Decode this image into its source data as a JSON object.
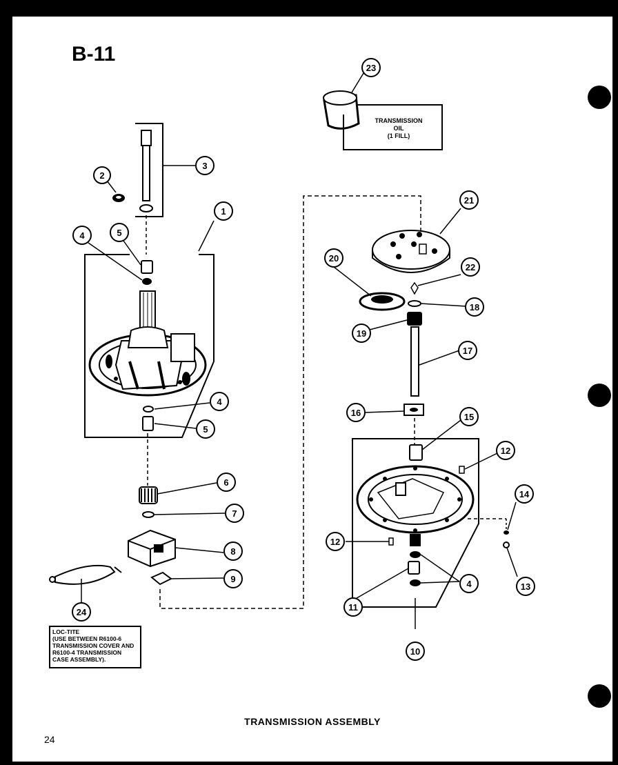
{
  "page_label": "B-11",
  "title": "TRANSMISSION ASSEMBLY",
  "page_number": "24",
  "oil_label": [
    "TRANSMISSION",
    "OIL",
    "(1 FILL)"
  ],
  "loctite_note": [
    "LOC-TITE",
    "(USE BETWEEN R6100-6",
    "TRANSMISSION COVER AND",
    "R6100-4 TRANSMISSION",
    "CASE ASSEMBLY)."
  ],
  "callouts": [
    "1",
    "2",
    "3",
    "4",
    "5",
    "4",
    "5",
    "6",
    "7",
    "8",
    "9",
    "24",
    "23",
    "21",
    "20",
    "22",
    "18",
    "19",
    "17",
    "16",
    "15",
    "12",
    "14",
    "12",
    "13",
    "4",
    "11",
    "10"
  ]
}
